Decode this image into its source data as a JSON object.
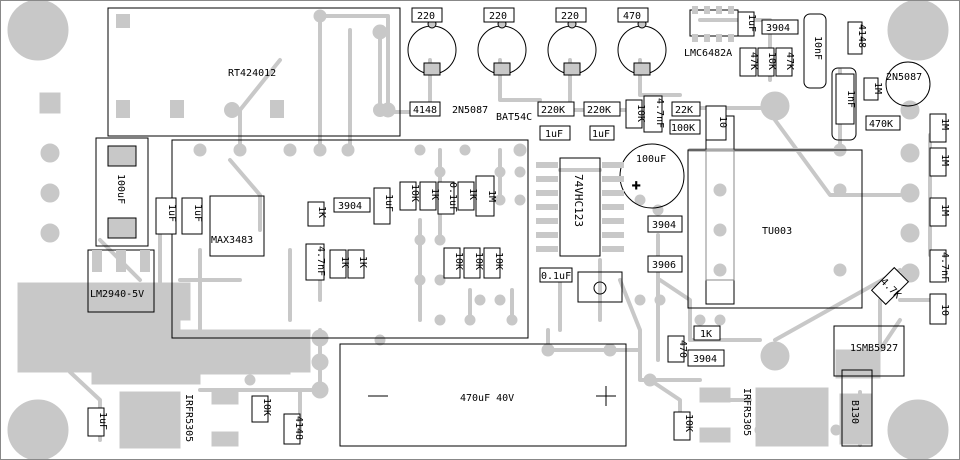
{
  "board": {
    "components": {
      "rt424012": "RT424012",
      "max3483": "MAX3483",
      "lm2940": "LM2940-5V",
      "vhc123": "74VHC123",
      "tu003": "TU003",
      "lmc6482": "LMC6482A",
      "bat54c": "BAT54C",
      "q1": "2N5087",
      "q2": "2N5087",
      "irfr_left": "IRFR5305",
      "irfr_right": "IRFR5305",
      "smb": "1SMB5927",
      "b130": "B130",
      "cap_big": "470uF 40V",
      "cap_100uf_round": "100uF",
      "cap_100uf_rect": "100uF"
    },
    "labels": {
      "r220a": "220",
      "r220b": "220",
      "r220c": "220",
      "r470top": "470",
      "c1uf_top": "1uF",
      "q3904_top": "3904",
      "c10nf": "10nF",
      "d4148_tr": "4148",
      "r47k_a": "47K",
      "r10k_a": "10K",
      "r47k_b": "47K",
      "c1nf": "1nF",
      "r1m_q": "1M",
      "r470k": "470K",
      "d4148_mid": "4148",
      "r220k_a": "220K",
      "r220k_b": "220K",
      "c1uf_a": "1uF",
      "c1uf_b": "1uF",
      "r10k_v": "10K",
      "c47nf_v": "4.7nF",
      "r22k": "22K",
      "r100k": "100K",
      "r10_v": "10",
      "c1uf_l1": "1uF",
      "c1uf_l2": "1uF",
      "r1k_l": "1K",
      "q3904_mid": "3904",
      "c1uf_m": "1uF",
      "r10k_m": "10K",
      "r1k_m": "1K",
      "c01uf": "0.1uF",
      "r1k_n": "1K",
      "r1m_n": "1M",
      "c47nf_l": "4.7nF",
      "r1k_o": "1K",
      "r1k_p": "1K",
      "r10k_q": "10K",
      "r10k_r": "10K",
      "r10k_s": "10K",
      "c01uf_b": "0.1uF",
      "q3904_r": "3904",
      "q3906": "3906",
      "r1m_a": "1M",
      "r1m_b": "1M",
      "r1m_c": "1M",
      "c47nf_r": "4.7nF",
      "r47k_d": "4.7K",
      "r10_r": "10",
      "r1k_bot": "1K",
      "r470_bot": "470",
      "q3904_bot": "3904",
      "c1uf_bl": "1uF",
      "r10k_bl": "10K",
      "d4148_bl": "4148",
      "r10k_br": "10K"
    },
    "colors": {
      "copper": "#c8c8c8",
      "silk": "#000000",
      "background": "#ffffff"
    }
  }
}
